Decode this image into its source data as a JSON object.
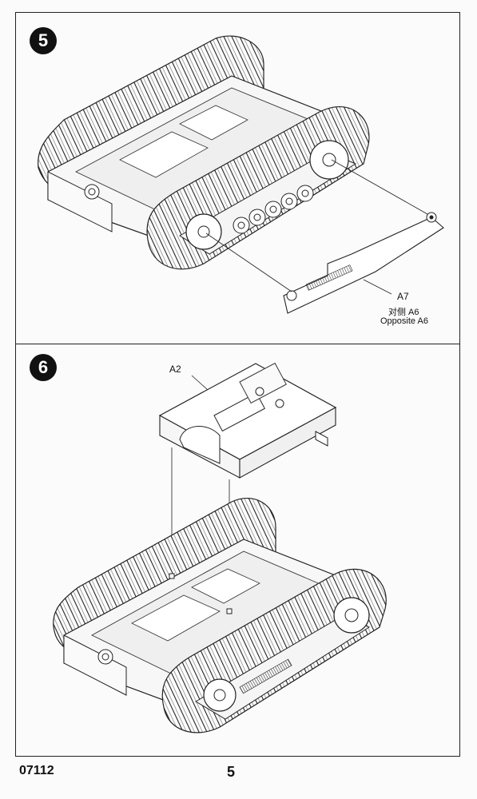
{
  "steps": [
    {
      "number": "5",
      "labels": {
        "part_a7": "A7",
        "opposite_cn": "对侧 A6",
        "opposite_en": "Opposite A6"
      }
    },
    {
      "number": "6",
      "labels": {
        "part_a2": "A2"
      }
    }
  ],
  "footer": {
    "code": "07112",
    "page": "5"
  }
}
